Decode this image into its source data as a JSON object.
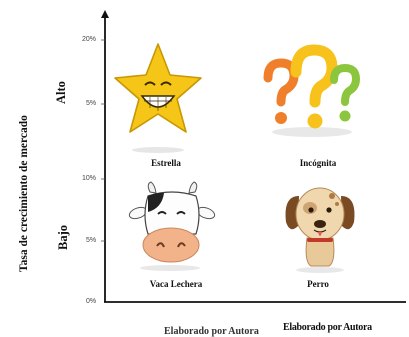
{
  "axes": {
    "y_title": "Tasa de crecimiento de mercado",
    "x_title": "Elaborado por Autora"
  },
  "y_ticks": {
    "t20": "20%",
    "t5_high": "5%",
    "t10": "10%",
    "t5_low": "5%",
    "t0": "0%"
  },
  "bands": {
    "high": "Alto",
    "low": "Bajo"
  },
  "quadrants": {
    "star": {
      "label": "Estrella",
      "icon": "star-icon"
    },
    "question": {
      "label": "Incógnita",
      "icon": "question-marks-icon"
    },
    "cow": {
      "label": "Vaca Lechera",
      "icon": "cow-icon"
    },
    "dog": {
      "label": "Perro",
      "icon": "dog-icon"
    }
  },
  "credit": "Elaborado por Autora",
  "colors": {
    "star": "#f5c518",
    "question_orange": "#ef7f2a",
    "question_yellow": "#f7c21c",
    "question_green": "#8cc63f",
    "dog": "#e8c99a",
    "cow_nose": "#f2b38a"
  }
}
